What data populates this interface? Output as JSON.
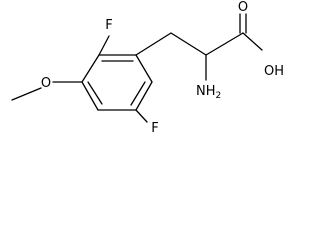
{
  "molecule": {
    "atoms": {
      "fluoro_top": "F",
      "fluoro_bottom": "F",
      "methoxy_oxygen": "O",
      "hydroxyl": "OH",
      "carbonyl_oxygen": "O",
      "amino_symbol": "NH",
      "amino_subscript": "2"
    }
  },
  "colors": {
    "bond": "#000000",
    "label": "#000000",
    "background": "#ffffff"
  }
}
